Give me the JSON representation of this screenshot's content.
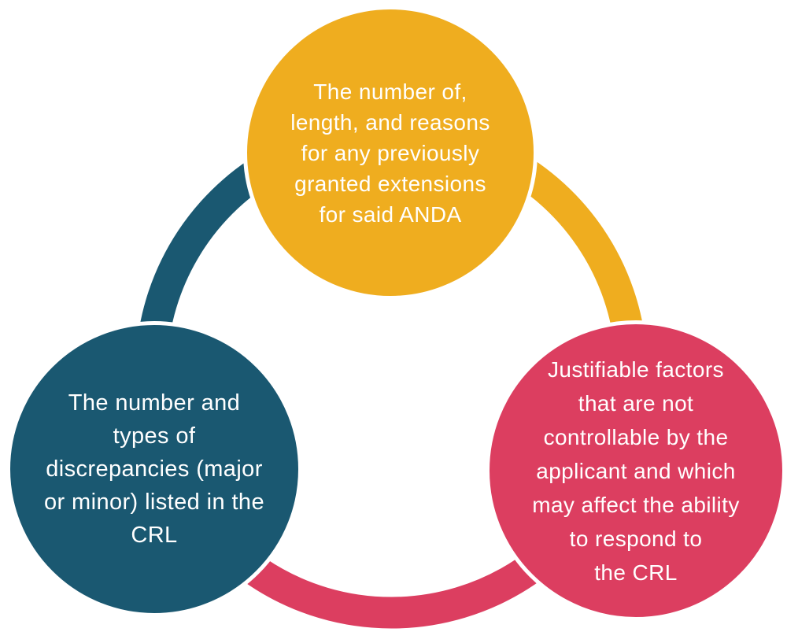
{
  "diagram": {
    "background_color": "#ffffff",
    "text_color": "#ffffff",
    "circles": [
      {
        "id": "top",
        "color": "#EFAD1F",
        "text": "The number of,\nlength, and reasons\nfor any previously\ngranted extensions\nfor said ANDA"
      },
      {
        "id": "left",
        "color": "#1A5871",
        "text": "The number and\ntypes of\ndiscrepancies (major\nor minor) listed in the\nCRL"
      },
      {
        "id": "right",
        "color": "#DC3E60",
        "text": "Justifiable factors\nthat are not\ncontrollable by the\napplicant and which\nmay affect the ability\nto respond to\nthe CRL"
      }
    ],
    "arcs": [
      {
        "from": "left",
        "to": "top",
        "color": "#1A5871"
      },
      {
        "from": "top",
        "to": "right",
        "color": "#EFAD1F"
      },
      {
        "from": "right",
        "to": "left",
        "color": "#DC3E60"
      }
    ]
  }
}
